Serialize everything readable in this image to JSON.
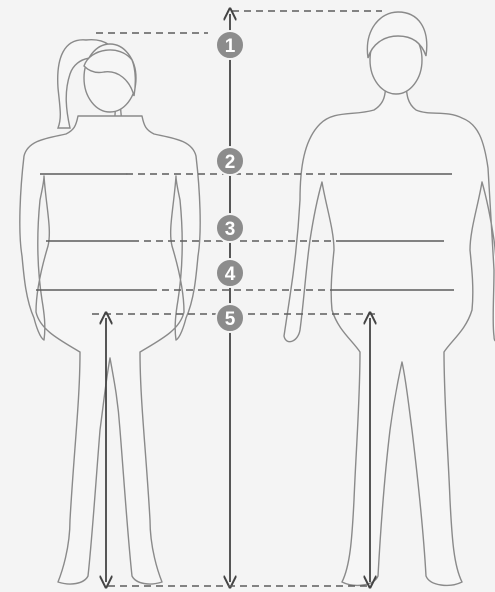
{
  "diagram": {
    "markers": [
      {
        "id": 1,
        "label": "1"
      },
      {
        "id": 2,
        "label": "2"
      },
      {
        "id": 3,
        "label": "3"
      },
      {
        "id": 4,
        "label": "4"
      },
      {
        "id": 5,
        "label": "5"
      }
    ],
    "colors": {
      "background": "#f4f4f4",
      "figure_outline": "#8a8a8a",
      "guide_line": "#5c5c5c",
      "marker_fill": "#8c8c8c",
      "marker_text": "#ffffff"
    }
  }
}
